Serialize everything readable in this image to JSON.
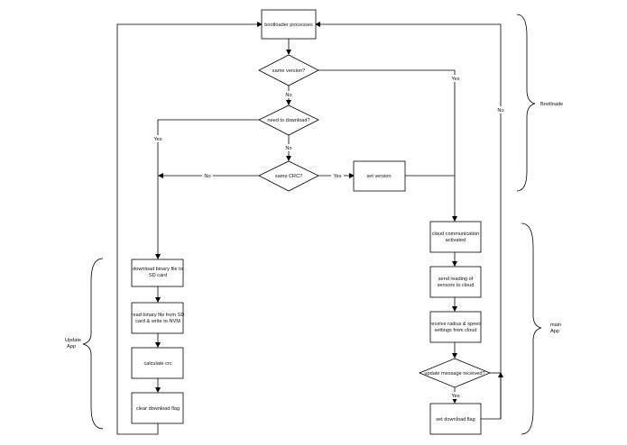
{
  "nodes": {
    "bootloader": "bootloader processes",
    "same_version": "same version?",
    "need_download": "need to download?",
    "same_crc": "same CRC?",
    "set_version": "set version",
    "cloud_comm_1": "cloud communication",
    "cloud_comm_2": "activated",
    "send_reading_1": "send reading of",
    "send_reading_2": "sensors to cloud",
    "receive_1": "receive radius & speed",
    "receive_2": "settings from cloud",
    "update_msg": "update message received?",
    "set_download_flag": "set download flag",
    "download_bin_1": "download binary file to",
    "download_bin_2": "SD card",
    "read_bin_1": "read binary file from SD",
    "read_bin_2": "card & write to NVM",
    "calc_crc": "calculate crc",
    "clear_flag": "clear download flag"
  },
  "edge_labels": {
    "no_1": "No",
    "no_2": "No",
    "no_3": "No",
    "yes_version": "Yes",
    "yes_download": "Yes",
    "yes_crc": "Yes",
    "yes_update": "Yes",
    "no_update": "No"
  },
  "groups": {
    "bootloader": "Bootloade",
    "update_app_1": "Update",
    "update_app_2": "App",
    "main_app_1": "main",
    "main_app_2": "App"
  }
}
